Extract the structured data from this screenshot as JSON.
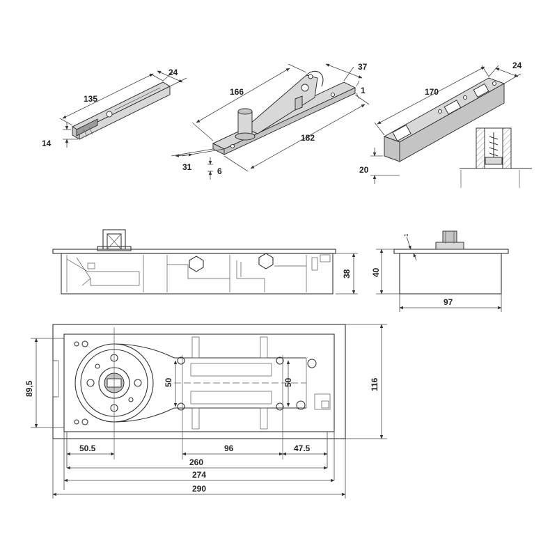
{
  "parts": {
    "part_a": {
      "length": "135",
      "width": "24",
      "height": "14"
    },
    "part_b": {
      "length": "166",
      "length_total": "182",
      "width": "37",
      "gap": "1",
      "side": "31",
      "thickness": "6"
    },
    "part_c": {
      "length": "170",
      "width": "24",
      "height": "20"
    }
  },
  "side_view": {
    "height": "38"
  },
  "end_view": {
    "height": "40",
    "width": "97",
    "offset": "1"
  },
  "top_view": {
    "dim_50_left": "50",
    "dim_50_right": "50",
    "dim_89_5": "89,5",
    "dim_116": "116",
    "dim_50_5": "50.5",
    "dim_96": "96",
    "dim_47_5": "47.5",
    "dim_260": "260",
    "dim_274": "274",
    "dim_290": "290"
  }
}
